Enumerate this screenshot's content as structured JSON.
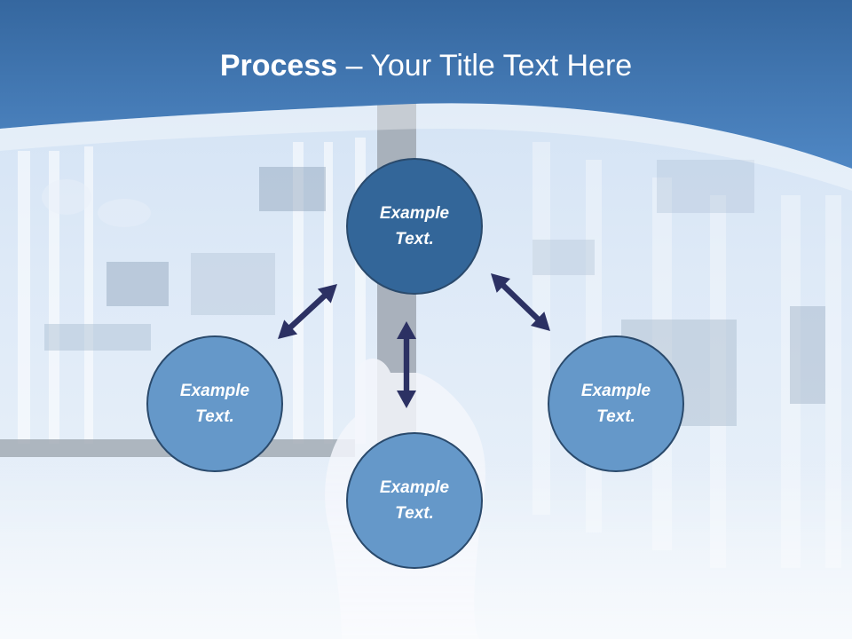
{
  "title": {
    "bold": "Process",
    "dash": " – ",
    "rest": "Your Title Text Here"
  },
  "nodes": [
    {
      "id": "top",
      "label": "Example\nText."
    },
    {
      "id": "left",
      "label": "Example\nText."
    },
    {
      "id": "right",
      "label": "Example\nText."
    },
    {
      "id": "bottom",
      "label": "Example\nText."
    }
  ],
  "colors": {
    "header": "#3a6fae",
    "node_dark": "#336699",
    "node_light": "#6598c9",
    "node_border": "#2a4a6c",
    "arrow": "#2c3163"
  }
}
